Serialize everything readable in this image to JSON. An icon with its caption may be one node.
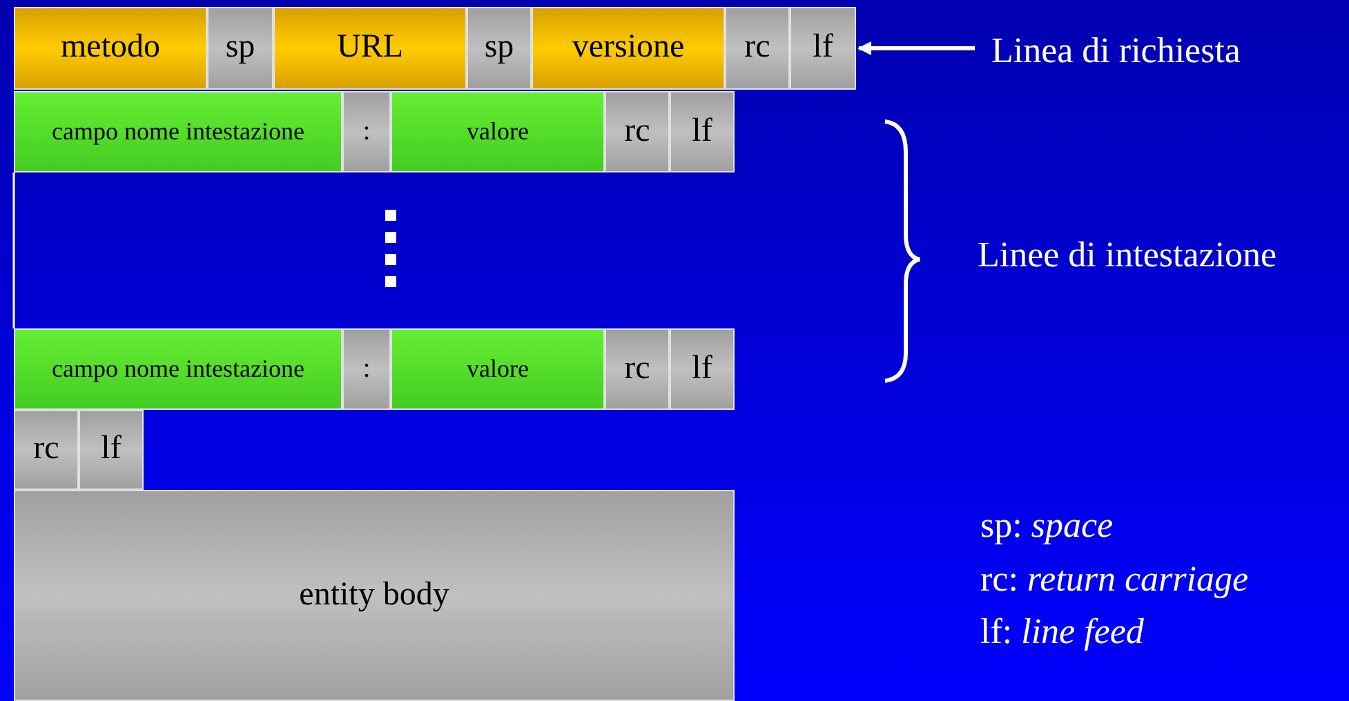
{
  "diagram": {
    "nodes": [
      {
        "text": [
          "metodo"
        ]
      },
      {
        "text": [
          "sp"
        ]
      },
      {
        "text": [
          "URL"
        ]
      },
      {
        "text": [
          "sp"
        ]
      },
      {
        "text": [
          "versione"
        ]
      },
      {
        "text": [
          "rc"
        ]
      },
      {
        "text": [
          "lf"
        ]
      },
      {
        "text": [
          "campo nome intestazione"
        ]
      },
      {
        "text": [
          ":"
        ]
      },
      {
        "text": [
          "valore"
        ]
      },
      {
        "text": [
          "rc"
        ]
      },
      {
        "text": [
          "lf"
        ]
      },
      {
        "text": [
          "campo nome intestazione"
        ]
      },
      {
        "text": [
          ":"
        ]
      },
      {
        "text": [
          "valore"
        ]
      },
      {
        "text": [
          "rc"
        ]
      },
      {
        "text": [
          "lf"
        ]
      },
      {
        "text": [
          "rc"
        ]
      },
      {
        "text": [
          "lf"
        ]
      },
      {
        "text": [
          "entity body"
        ]
      },
      {
        "text": [
          "Linea di richiesta"
        ]
      }
    ],
    "edges": [
      {
        "from": 20,
        "to": 6,
        "arrow": "to"
      }
    ],
    "labels": [
      "Linee di intestazione",
      "sp: *space*",
      "rc: *return carriage*",
      "lf: *line feed*"
    ]
  }
}
